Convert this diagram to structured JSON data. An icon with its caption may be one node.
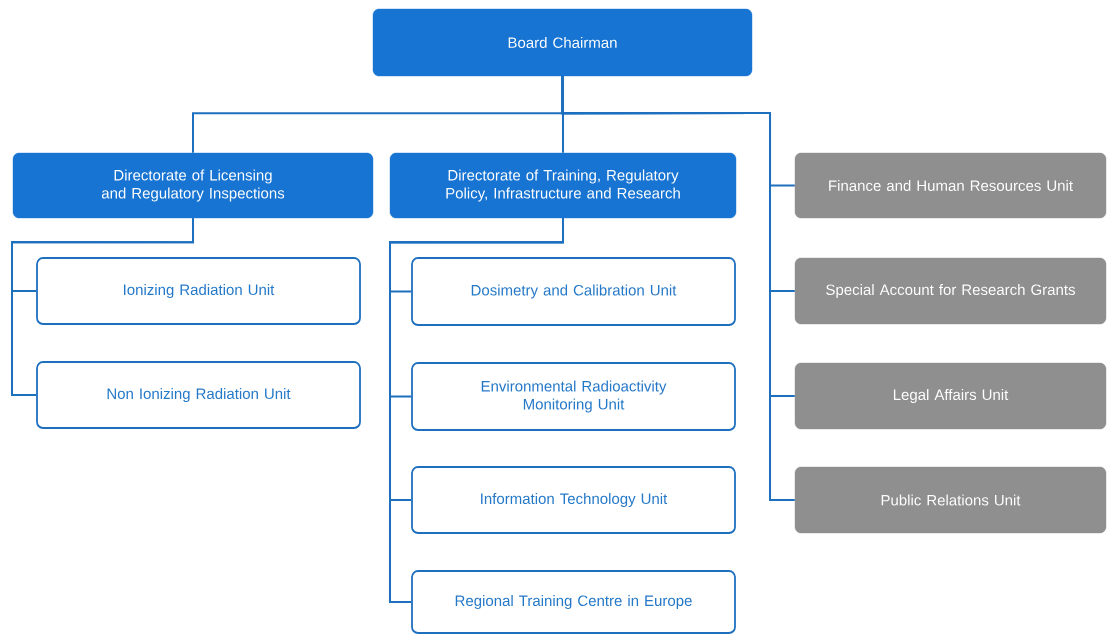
{
  "diagram": {
    "nodes": [
      {
        "text": [
          "Board Chairman"
        ]
      },
      {
        "text": [
          "Directorate of Licensing and Regulatory Inspections"
        ]
      },
      {
        "text": [
          "Directorate of Training, Regulatory Policy, Infrastructure and Research"
        ]
      },
      {
        "text": [
          "Finance and Human Resources Unit"
        ]
      },
      {
        "text": [
          "Ionizing Radiation Unit"
        ]
      },
      {
        "text": [
          "Dosimetry and Calibration Unit"
        ]
      },
      {
        "text": [
          "Special Account for Research Grants"
        ]
      },
      {
        "text": [
          "Non Ionizing Radiation Unit"
        ]
      },
      {
        "text": [
          "Environmental Radioactivity Monitoring Unit"
        ]
      },
      {
        "text": [
          "Legal Affairs Unit"
        ]
      },
      {
        "text": [
          "Information Technology Unit"
        ]
      },
      {
        "text": [
          "Public Relations Unit"
        ]
      },
      {
        "text": [
          "Regional Training Centre in Europe"
        ]
      }
    ],
    "edges": [
      {
        "from": 0,
        "to": 1,
        "arrow": "none"
      },
      {
        "from": 0,
        "to": 2,
        "arrow": "none"
      },
      {
        "from": 0,
        "to": 3,
        "arrow": "none"
      },
      {
        "from": 0,
        "to": 6,
        "arrow": "none"
      },
      {
        "from": 0,
        "to": 9,
        "arrow": "none"
      },
      {
        "from": 0,
        "to": 11,
        "arrow": "none"
      },
      {
        "from": 1,
        "to": 4,
        "arrow": "none"
      },
      {
        "from": 1,
        "to": 7,
        "arrow": "none"
      },
      {
        "from": 2,
        "to": 5,
        "arrow": "none"
      },
      {
        "from": 2,
        "to": 8,
        "arrow": "none"
      },
      {
        "from": 2,
        "to": 10,
        "arrow": "none"
      },
      {
        "from": 2,
        "to": 12,
        "arrow": "none"
      }
    ]
  }
}
